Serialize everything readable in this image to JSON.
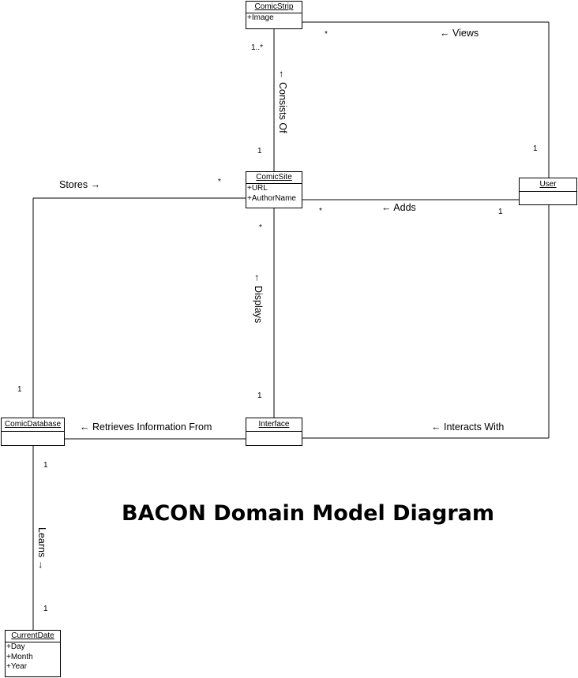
{
  "title": "BACON Domain Model Diagram",
  "classes": {
    "comicstrip": {
      "name": "ComicStrip",
      "attributes": [
        "+Image"
      ]
    },
    "comicsite": {
      "name": "ComicSite",
      "attributes": [
        "+URL",
        "+AuthorName"
      ]
    },
    "user": {
      "name": "User",
      "attributes": []
    },
    "comicdatabase": {
      "name": "ComicDatabase",
      "attributes": []
    },
    "interface": {
      "name": "Interface",
      "attributes": []
    },
    "currentdate": {
      "name": "CurrentDate",
      "attributes": [
        "+Day",
        "+Month",
        "+Year"
      ]
    }
  },
  "associations": {
    "views": {
      "label": "← Views",
      "mult_strip": "*",
      "mult_user": "1"
    },
    "consists_of": {
      "label": "← Consists Of",
      "mult_strip": "1..*",
      "mult_site": "1"
    },
    "stores": {
      "label": "Stores →",
      "mult_site": "*",
      "mult_db": "1"
    },
    "adds": {
      "label": "← Adds",
      "mult_site": "*",
      "mult_user": "1"
    },
    "displays": {
      "label": "← Displays",
      "mult_site": "*",
      "mult_interface": "1"
    },
    "retrieves": {
      "label": "← Retrieves Information From"
    },
    "interacts": {
      "label": "← Interacts With"
    },
    "learns": {
      "label": "Learns →",
      "mult_db": "1",
      "mult_date": "1"
    }
  }
}
